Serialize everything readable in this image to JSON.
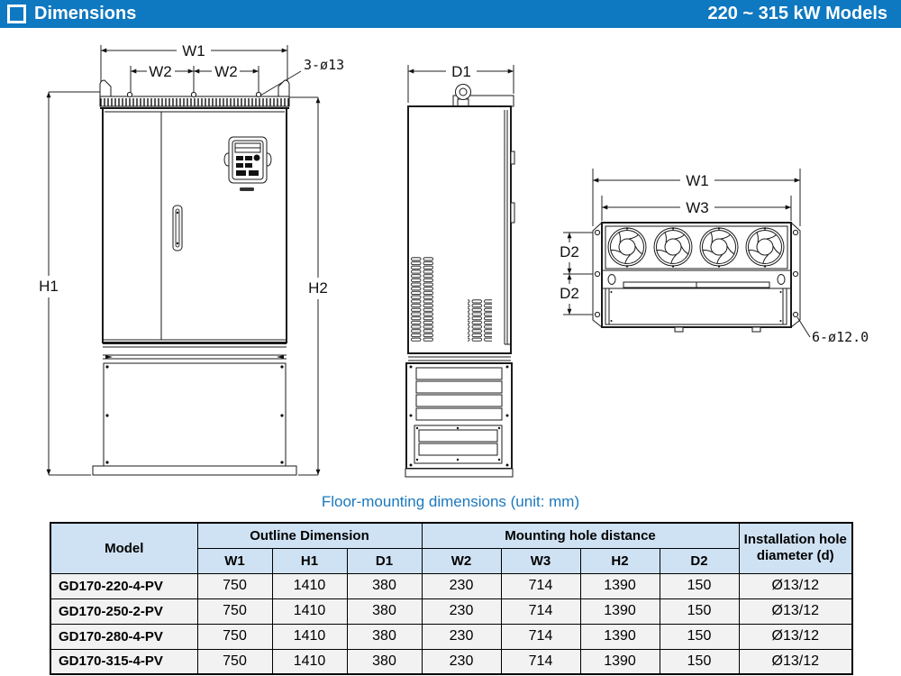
{
  "header": {
    "title": "Dimensions",
    "subtitle": "220 ~ 315 kW Models"
  },
  "caption": "Floor-mounting dimensions (unit: mm)",
  "drawings": {
    "front_view": {
      "dim_w1": "W1",
      "dim_w2_left": "W2",
      "dim_w2_right": "W2",
      "dim_h1": "H1",
      "dim_h2": "H2",
      "note_top_holes": "3-ø13"
    },
    "side_view": {
      "dim_d1": "D1"
    },
    "top_view": {
      "dim_w1": "W1",
      "dim_w3": "W3",
      "dim_d2_upper": "D2",
      "dim_d2_lower": "D2",
      "note_base_holes": "6-ø12.0"
    }
  },
  "table": {
    "title_model": "Model",
    "group_outline": "Outline Dimension",
    "group_mounting": "Mounting hole distance",
    "col_install": "Installation hole diameter (d)",
    "sub_headers": [
      "W1",
      "H1",
      "D1",
      "W2",
      "W3",
      "H2",
      "D2"
    ],
    "rows": [
      {
        "model": "GD170-220-4-PV",
        "values": [
          "750",
          "1410",
          "380",
          "230",
          "714",
          "1390",
          "150",
          "Ø13/12"
        ]
      },
      {
        "model": "GD170-250-2-PV",
        "values": [
          "750",
          "1410",
          "380",
          "230",
          "714",
          "1390",
          "150",
          "Ø13/12"
        ]
      },
      {
        "model": "GD170-280-4-PV",
        "values": [
          "750",
          "1410",
          "380",
          "230",
          "714",
          "1390",
          "150",
          "Ø13/12"
        ]
      },
      {
        "model": "GD170-315-4-PV",
        "values": [
          "750",
          "1410",
          "380",
          "230",
          "714",
          "1390",
          "150",
          "Ø13/12"
        ]
      }
    ]
  }
}
